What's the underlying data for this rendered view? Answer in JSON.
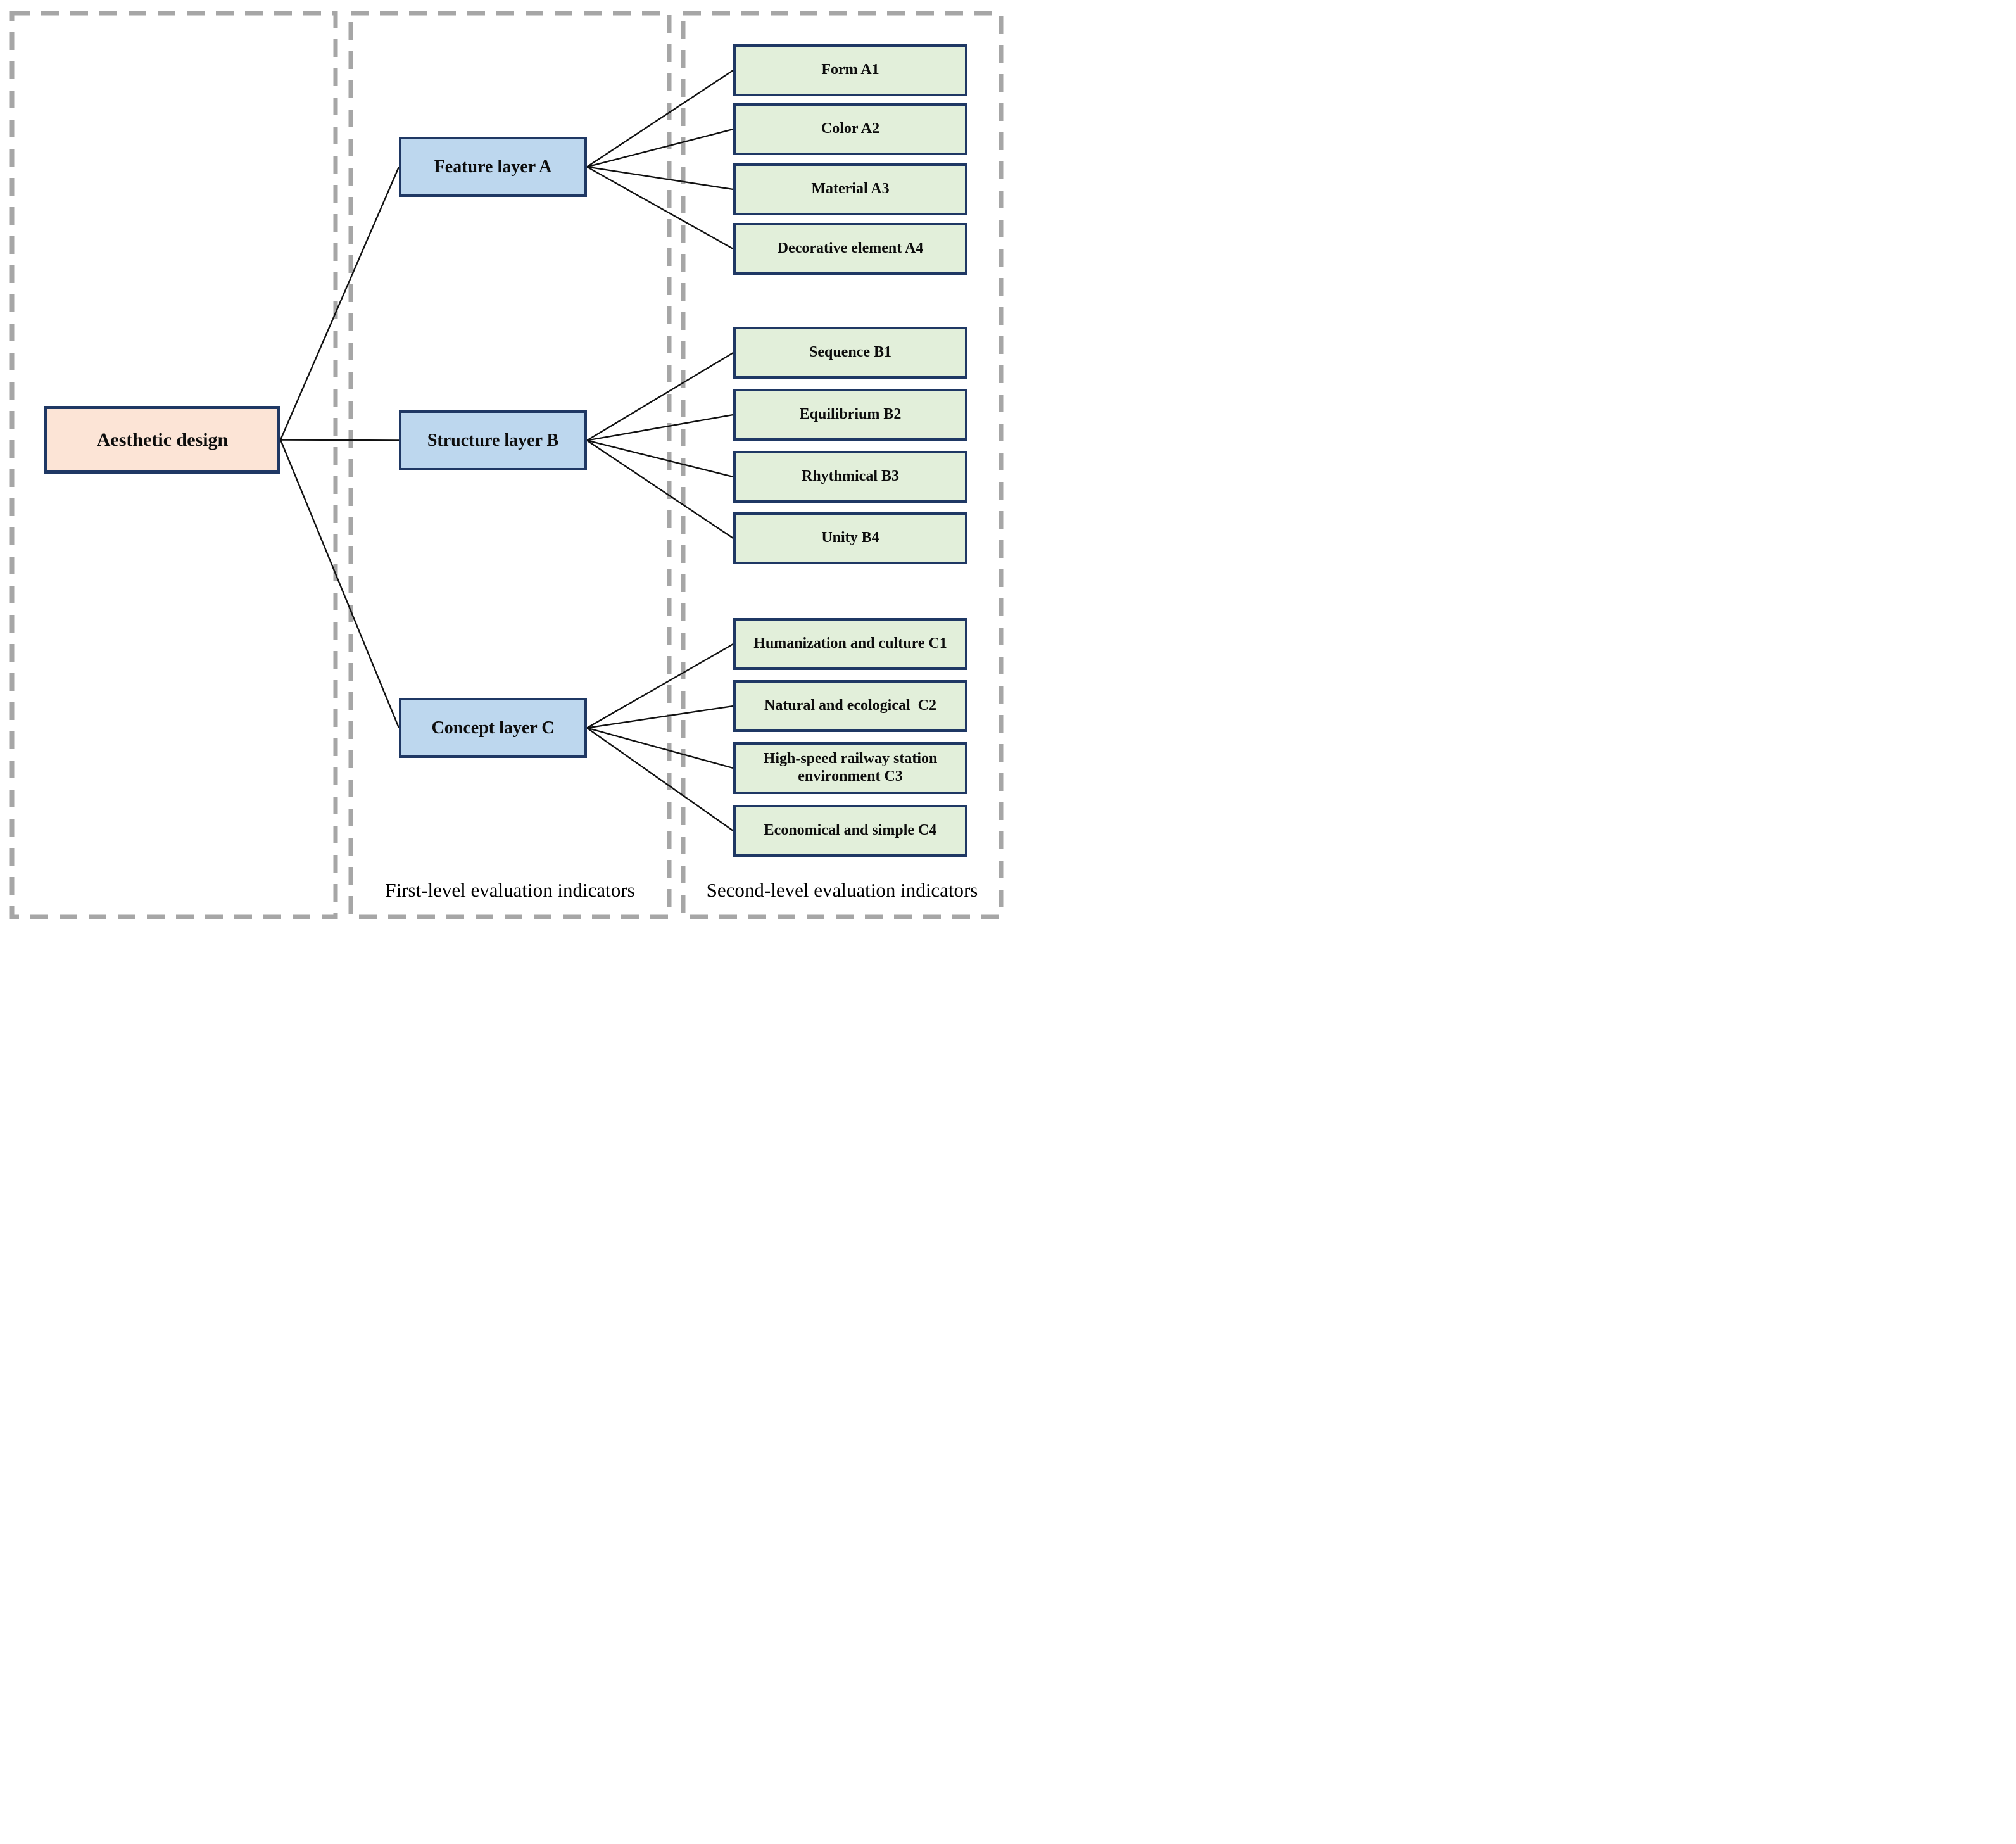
{
  "diagram": {
    "root": {
      "id": "aesthetic-design",
      "label": "Aesthetic design"
    },
    "first_level": {
      "caption": "First-level evaluation indicators",
      "nodes": [
        {
          "id": "feature-layer-a",
          "label": "Feature layer A"
        },
        {
          "id": "structure-layer-b",
          "label": "Structure layer B"
        },
        {
          "id": "concept-layer-c",
          "label": "Concept layer C"
        }
      ]
    },
    "second_level": {
      "caption": "Second-level evaluation indicators",
      "nodes": [
        {
          "id": "form-a1",
          "label": "Form A1",
          "parent": "feature-layer-a"
        },
        {
          "id": "color-a2",
          "label": "Color A2",
          "parent": "feature-layer-a"
        },
        {
          "id": "material-a3",
          "label": "Material A3",
          "parent": "feature-layer-a"
        },
        {
          "id": "decorative-a4",
          "label": "Decorative element A4",
          "parent": "feature-layer-a"
        },
        {
          "id": "sequence-b1",
          "label": "Sequence B1",
          "parent": "structure-layer-b"
        },
        {
          "id": "equilibrium-b2",
          "label": "Equilibrium B2",
          "parent": "structure-layer-b"
        },
        {
          "id": "rhythmical-b3",
          "label": "Rhythmical B3",
          "parent": "structure-layer-b"
        },
        {
          "id": "unity-b4",
          "label": "Unity B4",
          "parent": "structure-layer-b"
        },
        {
          "id": "humanization-c1",
          "label": "Humanization and culture C1",
          "parent": "concept-layer-c"
        },
        {
          "id": "natural-c2",
          "label": "Natural and ecological  C2",
          "parent": "concept-layer-c"
        },
        {
          "id": "railway-c3",
          "label": "High-speed railway station environment C3",
          "parent": "concept-layer-c"
        },
        {
          "id": "economical-c4",
          "label": "Economical and simple C4",
          "parent": "concept-layer-c"
        }
      ]
    },
    "edges": [
      {
        "from": "aesthetic-design",
        "to": "feature-layer-a"
      },
      {
        "from": "aesthetic-design",
        "to": "structure-layer-b"
      },
      {
        "from": "aesthetic-design",
        "to": "concept-layer-c"
      },
      {
        "from": "feature-layer-a",
        "to": "form-a1"
      },
      {
        "from": "feature-layer-a",
        "to": "color-a2"
      },
      {
        "from": "feature-layer-a",
        "to": "material-a3"
      },
      {
        "from": "feature-layer-a",
        "to": "decorative-a4"
      },
      {
        "from": "structure-layer-b",
        "to": "sequence-b1"
      },
      {
        "from": "structure-layer-b",
        "to": "equilibrium-b2"
      },
      {
        "from": "structure-layer-b",
        "to": "rhythmical-b3"
      },
      {
        "from": "structure-layer-b",
        "to": "unity-b4"
      },
      {
        "from": "concept-layer-c",
        "to": "humanization-c1"
      },
      {
        "from": "concept-layer-c",
        "to": "natural-c2"
      },
      {
        "from": "concept-layer-c",
        "to": "railway-c3"
      },
      {
        "from": "concept-layer-c",
        "to": "economical-c4"
      }
    ],
    "colors": {
      "root_fill": "#fce4d6",
      "first_level_fill": "#bdd7ee",
      "second_level_fill": "#e2efda",
      "box_border": "#1f3864",
      "dashed_frame": "#a6a6a6",
      "connector_line": "#111111"
    }
  }
}
